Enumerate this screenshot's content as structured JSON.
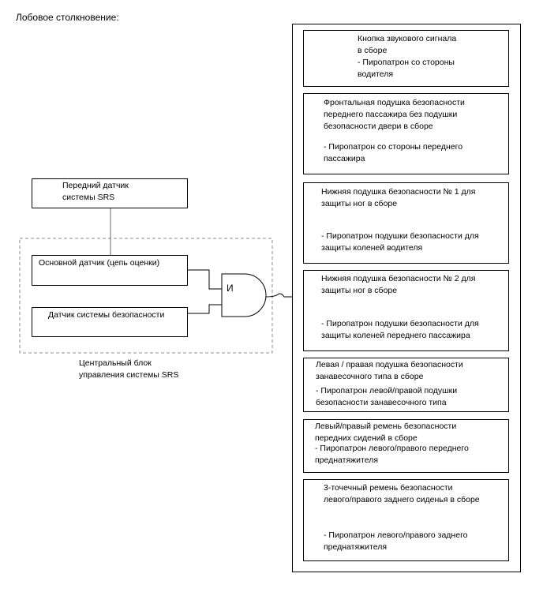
{
  "title": "Лобовое столкновение:",
  "left": {
    "front_sensor": "Передний датчик\nсистемы SRS",
    "main_sensor": "Основной датчик (цепь оценки)",
    "safety_sensor": "Датчик системы безопасности",
    "and_gate": "И",
    "ecu_label": "Центральный блок\nуправления системы SRS"
  },
  "outputs": [
    {
      "name": "Кнопка звукового сигнала\nв сборе",
      "detail": "- Пиропатрон со стороны\nводителя"
    },
    {
      "name": "Фронтальная подушка безопасности\nпереднего пассажира без подушки\nбезопасности двери в сборе",
      "detail": "- Пиропатрон со стороны переднего\nпассажира"
    },
    {
      "name": "Нижняя подушка безопасности № 1 для\nзащиты ног в сборе",
      "detail": "- Пиропатрон подушки безопасности для\nзащиты коленей водителя"
    },
    {
      "name": "Нижняя подушка безопасности № 2 для\nзащиты ног в сборе",
      "detail": "- Пиропатрон подушки безопасности для\nзащиты коленей переднего пассажира"
    },
    {
      "name": "Левая / правая подушка безопасности\nзанавесочного типа в сборе",
      "detail": "- Пиропатрон левой/правой подушки\nбезопасности занавесочного типа"
    },
    {
      "name": "Левый/правый ремень безопасности\nпередних сидений в сборе",
      "detail": "- Пиропатрон левого/правого переднего\nпреднатяжителя"
    },
    {
      "name": "3-точечный ремень безопасности\nлевого/правого заднего сиденья в сборе",
      "detail": "- Пиропатрон левого/правого заднего\nпреднатяжителя"
    }
  ]
}
